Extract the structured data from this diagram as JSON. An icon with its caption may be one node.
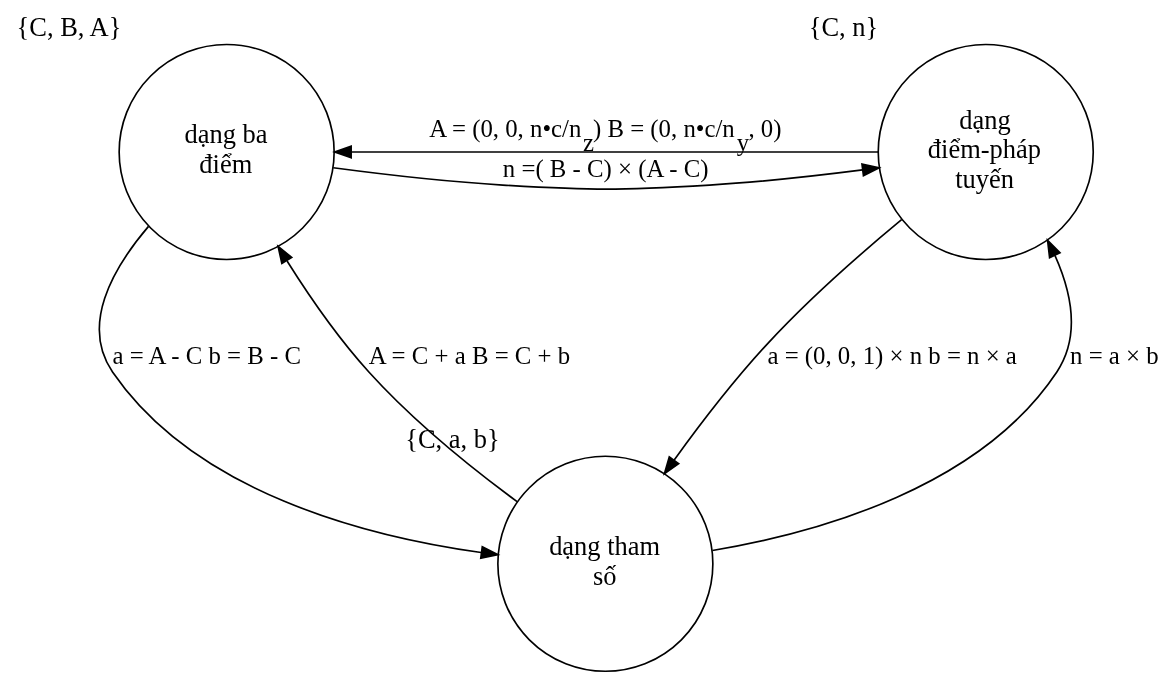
{
  "diagram": {
    "nodes": [
      {
        "text": [
          "dạng ba điểm"
        ],
        "beside": [
          "{C, B, A}"
        ]
      },
      {
        "text": [
          "dạng điểm-pháp tuyến"
        ],
        "beside": [
          "{C, n}"
        ]
      },
      {
        "text": [
          "dạng tham số"
        ],
        "beside": [
          "{C, a, b}"
        ]
      }
    ],
    "edges": [
      {
        "from": 1,
        "to": 0,
        "arrow": "to",
        "label": "A = (0, 0, n•c/n$_{z}$) B = (0, n•c/n$_{y}$, 0)"
      },
      {
        "from": 0,
        "to": 1,
        "arrow": "to",
        "label": "n =( B - C) × (A - C)"
      },
      {
        "from": 2,
        "to": 0,
        "arrow": "to",
        "label": "A = C + a B = C + b"
      },
      {
        "from": 0,
        "to": 2,
        "arrow": "to",
        "label": "a = A - C b = B - C"
      },
      {
        "from": 1,
        "to": 2,
        "arrow": "to",
        "label": "a = (0, 0, 1) × n b = n × a"
      },
      {
        "from": 2,
        "to": 1,
        "arrow": "to",
        "label": "n = a × b"
      }
    ]
  }
}
